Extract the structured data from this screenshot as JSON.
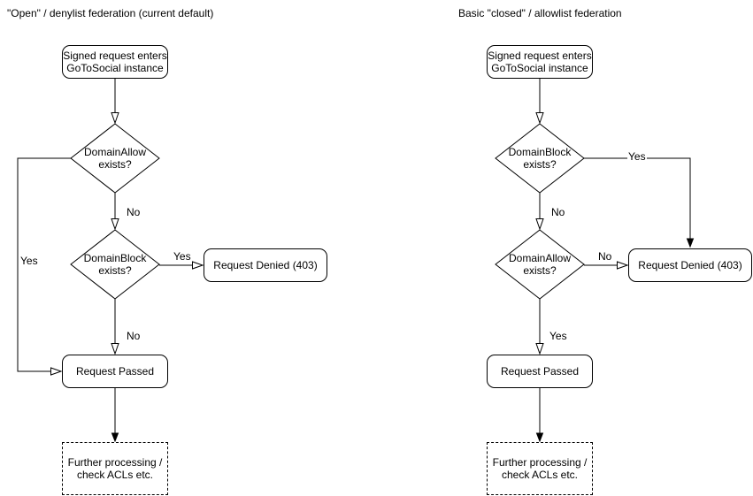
{
  "colors": {
    "line": "#000000",
    "text": "#000000",
    "background": "#ffffff"
  },
  "left": {
    "title": "\"Open\" / denylist federation (current default)",
    "nodes": {
      "start": "Signed request enters\nGoToSocial instance",
      "decision1": "DomainAllow\nexists?",
      "decision2": "DomainBlock\nexists?",
      "denied": "Request Denied (403)",
      "passed": "Request Passed",
      "further": "Further processing /\ncheck ACLs etc."
    },
    "edges": {
      "d1_no": "No",
      "d1_yes": "Yes",
      "d2_yes": "Yes",
      "d2_no": "No"
    }
  },
  "right": {
    "title": "Basic \"closed\" / allowlist federation",
    "nodes": {
      "start": "Signed request enters\nGoToSocial instance",
      "decision1": "DomainBlock\nexists?",
      "decision2": "DomainAllow\nexists?",
      "denied": "Request Denied (403)",
      "passed": "Request Passed",
      "further": "Further processing /\ncheck ACLs etc."
    },
    "edges": {
      "d1_yes": "Yes",
      "d1_no": "No",
      "d2_no": "No",
      "d2_yes": "Yes"
    }
  }
}
